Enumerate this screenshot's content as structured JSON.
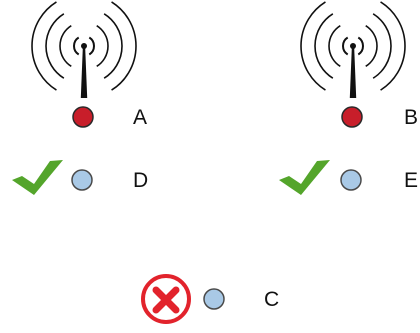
{
  "colors": {
    "background": "#ffffff",
    "antenna_arc": "#111111",
    "node_active_fill": "#c81e2a",
    "node_active_stroke": "#2a2a2a",
    "node_idle_fill": "#a9c9e6",
    "node_idle_stroke": "#4a4a4a",
    "check_green": "#54a52b",
    "cross_red": "#e2232c",
    "cross_fill": "#ffffff"
  },
  "antennas": [
    {
      "icon": "antenna-icon",
      "label": "A"
    },
    {
      "icon": "antenna-icon",
      "label": "B"
    }
  ],
  "nodes": [
    {
      "label": "A",
      "state": "active",
      "marker": "none"
    },
    {
      "label": "B",
      "state": "active",
      "marker": "none"
    },
    {
      "label": "D",
      "state": "idle",
      "marker": "checkmark-icon"
    },
    {
      "label": "E",
      "state": "idle",
      "marker": "checkmark-icon"
    },
    {
      "label": "C",
      "state": "idle",
      "marker": "cross-icon"
    }
  ]
}
